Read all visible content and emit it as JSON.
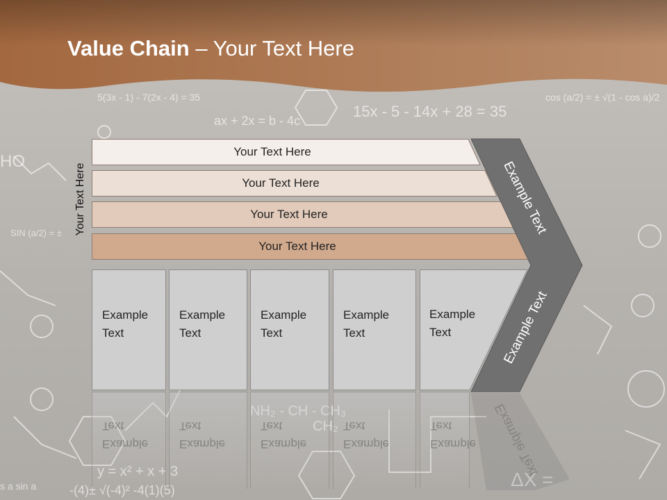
{
  "title": {
    "bold": "Value Chain",
    "rest": " – Your Text Here"
  },
  "side_label": "Your Text Here",
  "bars": [
    {
      "label": "Your Text Here",
      "color": "#f5efeb"
    },
    {
      "label": "Your Text Here",
      "color": "#ecdfd5"
    },
    {
      "label": "Your Text Here",
      "color": "#e2cbbb"
    },
    {
      "label": "Your Text Here",
      "color": "#d1aa8e"
    }
  ],
  "boxes": [
    {
      "line1": "Example",
      "line2": "Text"
    },
    {
      "line1": "Example",
      "line2": "Text"
    },
    {
      "line1": "Example",
      "line2": "Text"
    },
    {
      "line1": "Example",
      "line2": "Text"
    },
    {
      "line1": "Example",
      "line2": "Text"
    }
  ],
  "chevron": {
    "top_label": "Example Text",
    "bottom_label": "Example Text",
    "color": "#707070"
  },
  "colors": {
    "header": "#a8714c",
    "header_light": "#b88865"
  }
}
